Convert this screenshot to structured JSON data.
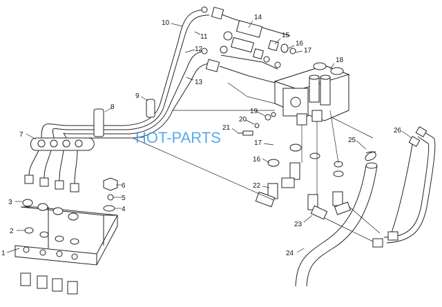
{
  "watermark": "HOT-PARTS",
  "callouts": [
    {
      "id": "c1",
      "label": "1"
    },
    {
      "id": "c2",
      "label": "2"
    },
    {
      "id": "c3",
      "label": "3"
    },
    {
      "id": "c4",
      "label": "4"
    },
    {
      "id": "c5",
      "label": "5"
    },
    {
      "id": "c6",
      "label": "6"
    },
    {
      "id": "c7",
      "label": "7"
    },
    {
      "id": "c8",
      "label": "8"
    },
    {
      "id": "c9",
      "label": "9"
    },
    {
      "id": "c10",
      "label": "10"
    },
    {
      "id": "c11",
      "label": "11"
    },
    {
      "id": "c12",
      "label": "12"
    },
    {
      "id": "c13",
      "label": "13"
    },
    {
      "id": "c14",
      "label": "14"
    },
    {
      "id": "c15",
      "label": "15"
    },
    {
      "id": "c16",
      "label": "16"
    },
    {
      "id": "c17",
      "label": "17"
    },
    {
      "id": "c18",
      "label": "18"
    },
    {
      "id": "c19",
      "label": "19"
    },
    {
      "id": "c20",
      "label": "20"
    },
    {
      "id": "c21",
      "label": "21"
    },
    {
      "id": "c22",
      "label": "22"
    },
    {
      "id": "c23",
      "label": "23"
    },
    {
      "id": "c24",
      "label": "24"
    },
    {
      "id": "c25",
      "label": "25"
    },
    {
      "id": "c26",
      "label": "26"
    },
    {
      "id": "c16b",
      "label": "16"
    },
    {
      "id": "c17b",
      "label": "17"
    }
  ]
}
